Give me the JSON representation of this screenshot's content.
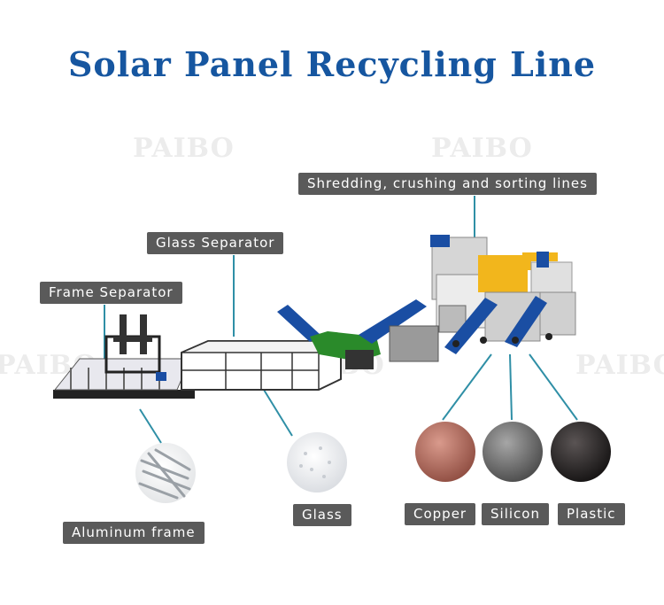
{
  "title": "Solar Panel Recycling Line",
  "colors": {
    "title": "#1656a0",
    "label_bg": "#5a5a5a",
    "connector": "#2f8fa6",
    "copper": "#b06a5c",
    "silicon": "#6e6e6e",
    "plastic": "#2f2b2b",
    "machine_blue": "#1a4ea3",
    "machine_yellow": "#f2b61c",
    "machine_green": "#2a8a2a"
  },
  "labels": {
    "shredding": "Shredding, crushing and sorting lines",
    "glass_separator": "Glass Separator",
    "frame_separator": "Frame Separator",
    "aluminum_frame": "Aluminum frame",
    "glass": "Glass",
    "copper": "Copper",
    "silicon": "Silicon",
    "plastic": "Plastic"
  },
  "watermark": "PAIBO",
  "icons": {
    "aluminum_sample": "aluminum-rods-icon",
    "glass_sample": "glass-granules-icon",
    "copper_sample": "copper-powder-icon",
    "silicon_sample": "silicon-powder-icon",
    "plastic_sample": "plastic-granules-icon"
  }
}
